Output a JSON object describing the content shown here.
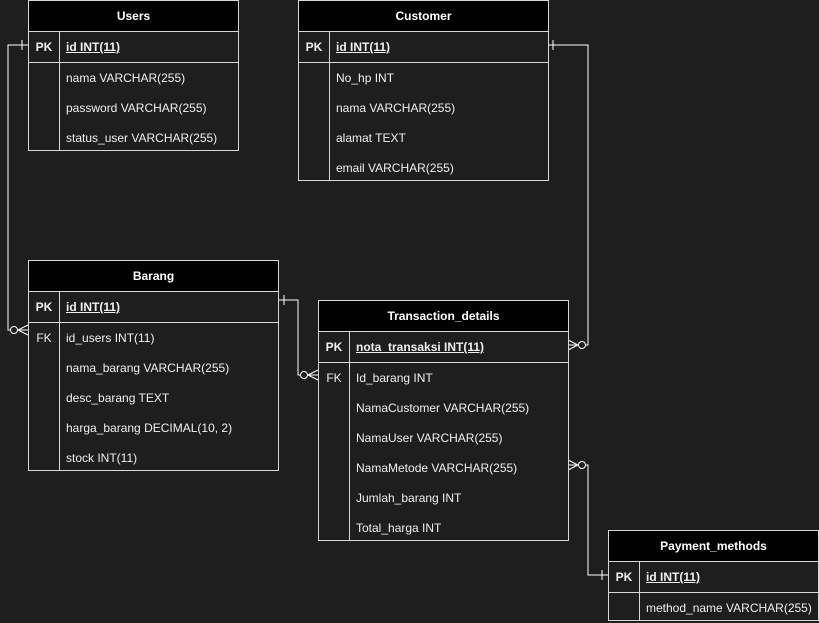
{
  "tables": {
    "users": {
      "title": "Users",
      "pk": {
        "key": "PK",
        "field": "id INT(11)"
      },
      "fields": [
        "nama VARCHAR(255)",
        "password VARCHAR(255)",
        "status_user VARCHAR(255)"
      ]
    },
    "customer": {
      "title": "Customer",
      "pk": {
        "key": "PK",
        "field": "id INT(11)"
      },
      "fields": [
        "No_hp INT",
        "nama VARCHAR(255)",
        "alamat TEXT",
        "email VARCHAR(255)"
      ]
    },
    "barang": {
      "title": "Barang",
      "pk": {
        "key": "PK",
        "field": "id INT(11)"
      },
      "fk_key": "FK",
      "fields": [
        "id_users INT(11)",
        "nama_barang VARCHAR(255)",
        "desc_barang TEXT",
        "harga_barang DECIMAL(10, 2)",
        "stock INT(11)"
      ]
    },
    "transaction_details": {
      "title": "Transaction_details",
      "pk": {
        "key": "PK",
        "field": "nota_transaksi INT(11)"
      },
      "fk_key": "FK",
      "fields": [
        "Id_barang INT",
        "NamaCustomer VARCHAR(255)",
        "NamaUser VARCHAR(255)",
        "NamaMetode VARCHAR(255)",
        "Jumlah_barang INT",
        "Total_harga INT"
      ]
    },
    "payment_methods": {
      "title": "Payment_methods",
      "pk": {
        "key": "PK",
        "field": "id INT(11)"
      },
      "fields": [
        "method_name VARCHAR(255)"
      ]
    }
  },
  "relationships": [
    {
      "from": "Users.id",
      "to": "Barang.id_users",
      "from_end": "one",
      "to_end": "zero-or-many"
    },
    {
      "from": "Customer.id",
      "to": "Transaction_details.nota_transaksi",
      "from_end": "one",
      "to_end": "zero-or-many"
    },
    {
      "from": "Barang.id",
      "to": "Transaction_details.Id_barang",
      "from_end": "one",
      "to_end": "zero-or-many"
    },
    {
      "from": "Payment_methods.id",
      "to": "Transaction_details.NamaMetode",
      "from_end": "one",
      "to_end": "zero-or-many"
    }
  ],
  "colors": {
    "background": "#1e1e1e",
    "header": "#000000",
    "line": "#ffffff",
    "text": "#f0f0f0"
  }
}
